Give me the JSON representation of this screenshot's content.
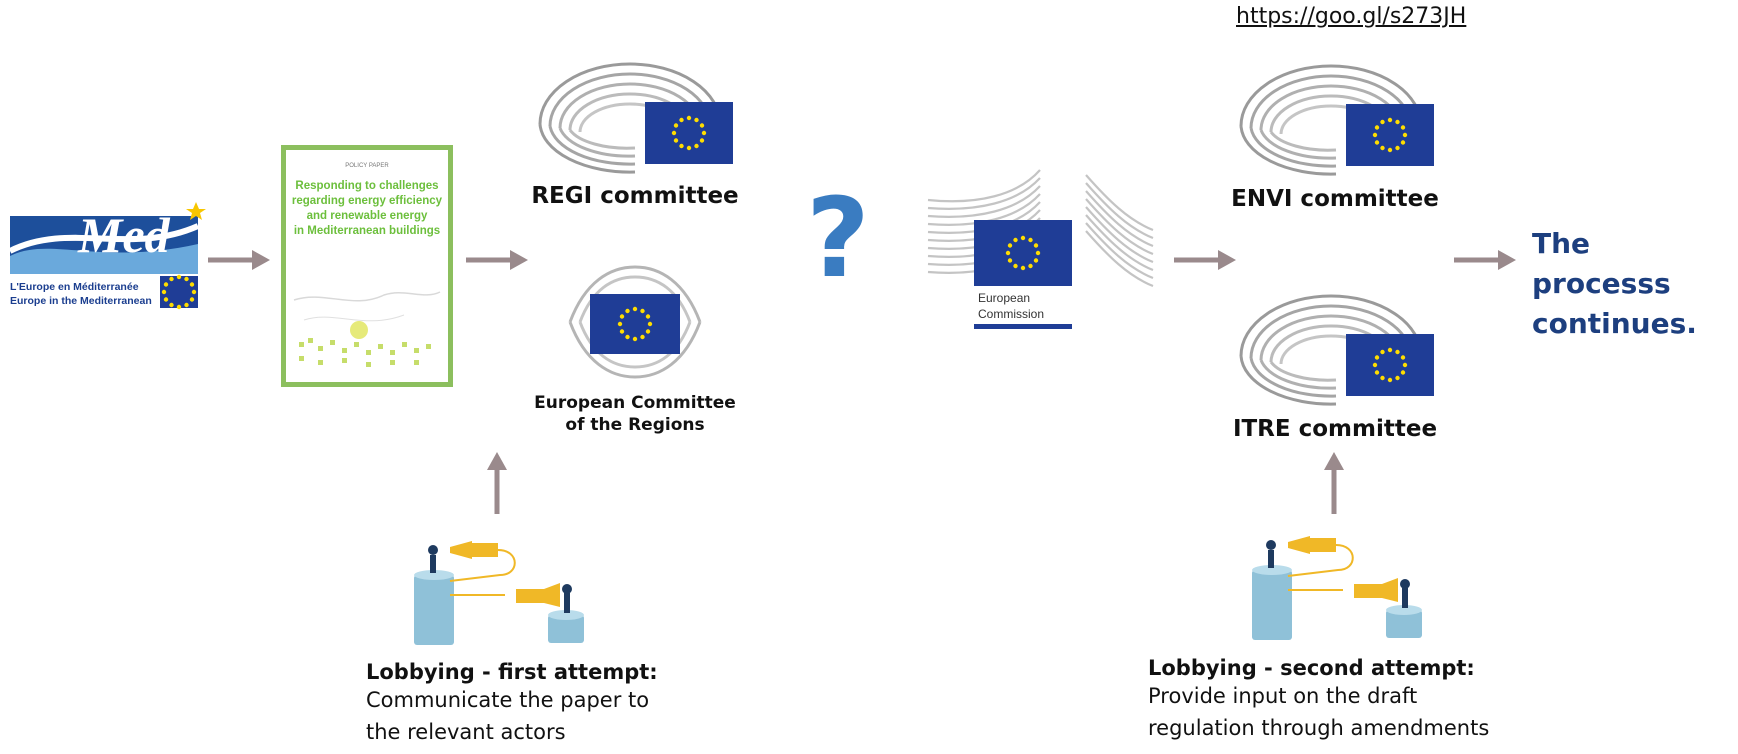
{
  "link": {
    "url_text": "https://goo.gl/s273JH"
  },
  "med_logo": {
    "wordmark": "Med",
    "line1": "L'Europe en Méditerranée",
    "line2": "Europe in the Mediterranean"
  },
  "policy_paper": {
    "kicker": "POLICY PAPER",
    "title_lines": [
      "Responding to challenges",
      "regarding energy efficiency",
      "and renewable energy",
      "in Mediterranean buildings"
    ]
  },
  "regi": {
    "label": "REGI committee"
  },
  "cor": {
    "label_line1": "European Committee",
    "label_line2": "of the Regions"
  },
  "question": {
    "mark": "?"
  },
  "commission": {
    "line1": "European",
    "line2": "Commission"
  },
  "envi": {
    "label": "ENVI committee"
  },
  "itre": {
    "label": "ITRE committee"
  },
  "continues": {
    "line1": "The processs",
    "line2": "continues."
  },
  "lobby_first": {
    "title": "Lobbying - first attempt:",
    "desc_line1": "Communicate the paper to",
    "desc_line2": "the relevant actors"
  },
  "lobby_second": {
    "title": "Lobbying - second attempt:",
    "desc_line1": "Provide input on the draft",
    "desc_line2": "regulation through amendments"
  },
  "colors": {
    "eu_blue": "#1f3d96",
    "eu_star": "#ffdd00",
    "arrow": "#9a8a8c",
    "continues_text": "#1d3f7f",
    "question": "#3a7cc1",
    "paper_border": "#8cbf5e"
  }
}
